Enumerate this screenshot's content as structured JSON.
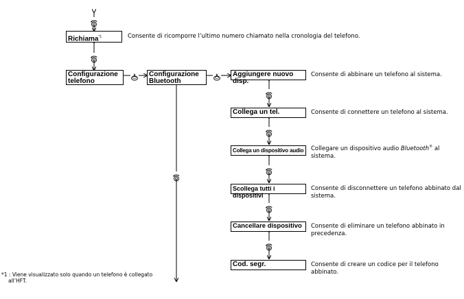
{
  "boxes": {
    "richiama": "Richiama",
    "richiama_sup": "*1",
    "config_tel_1": "Configurazione",
    "config_tel_2": "telefono",
    "config_bt_1": "Configurazione",
    "config_bt_2": "Bluetooth",
    "aggiungere": "Aggiungere nuovo disp.",
    "collega_tel": "Collega un tel.",
    "collega_audio": "Collega un dispositivo audio",
    "scollega": "Scollega tutti i dispositivi",
    "cancellare": "Cancellare dispositivo",
    "cod_segr": "Cod. segr."
  },
  "descriptions": {
    "richiama": "Consente di ricomporre l’ultimo numero chiamato nella cronologia del telefono.",
    "aggiungere": "Consente di abbinare un telefono al sistema.",
    "collega_tel": "Consente di connettere un telefono al sistema.",
    "collega_audio_pre": "Collegare un dispositivo audio ",
    "collega_audio_brand": "Bluetooth",
    "collega_audio_mark": "®",
    "collega_audio_post": " al sistema.",
    "scollega_1": "Consente di disconnettere un telefono abbinato dal",
    "scollega_2": "sistema.",
    "cancellare_1": "Consente di eliminare un telefono abbinato in",
    "cancellare_2": "precedenza.",
    "cod_segr_1": "Consente di creare un codice per il telefono",
    "cod_segr_2": "abbinato."
  },
  "footnote": {
    "line1": "*1 : Viene visualizzato solo quando un telefono è collegato",
    "line2": "all’HFT."
  },
  "icons": {
    "rotate": "knob-rotate-icon",
    "press": "knob-press-icon"
  }
}
